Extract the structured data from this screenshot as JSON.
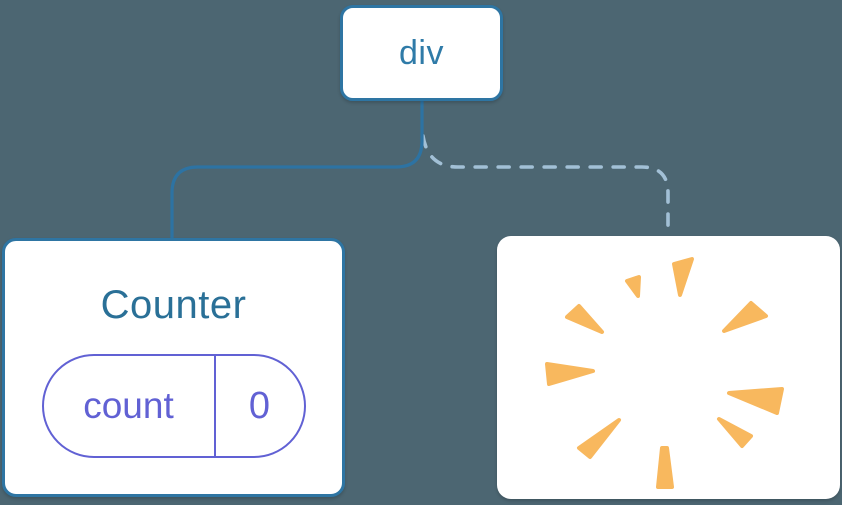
{
  "diagram": {
    "description": "React component tree: div parent keeps Counter child with state, second child removed (poof)",
    "root_node": {
      "label": "div"
    },
    "counter_node": {
      "title": "Counter",
      "state": {
        "key": "count",
        "value": "0"
      }
    },
    "removed_node": {
      "icon": "poof-icon"
    },
    "connections": {
      "left": "solid",
      "right": "dashed"
    }
  },
  "colors": {
    "background": "#4C6672",
    "node_bg": "#FFFFFF",
    "node_border": "#2E75A3",
    "solid_line": "#2D73A3",
    "dashed_line": "#A2C0D6",
    "root_label": "#2F7BA8",
    "counter_title": "#2A7097",
    "pill": "#6161D4",
    "poof": "#F8B85E"
  }
}
